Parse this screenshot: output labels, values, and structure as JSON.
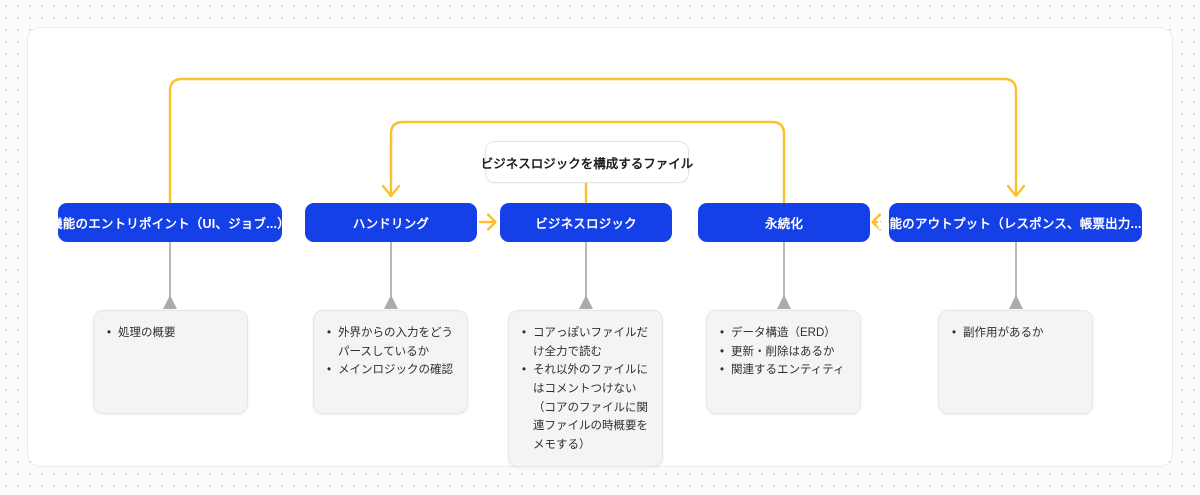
{
  "colors": {
    "node_blue": "#1540e8",
    "node_text": "#ffffff",
    "arrow_yellow": "#fcbf2d",
    "connector_gray": "#b6b6bb",
    "note_background": "#f4f4f5",
    "canvas_background": "#ffffff",
    "page_background": "#fbfbfc"
  },
  "nodes": [
    {
      "id": "entry",
      "label": "機能のエントリポイント（UI、ジョブ...）"
    },
    {
      "id": "handling",
      "label": "ハンドリング"
    },
    {
      "id": "business",
      "label": "ビジネスロジック"
    },
    {
      "id": "persistence",
      "label": "永続化"
    },
    {
      "id": "output",
      "label": "機能のアウトプット（レスポンス、帳票出力...）"
    }
  ],
  "annotation": {
    "label": "ビジネスロジックを構成するファイル"
  },
  "edges": [
    {
      "from": "entry",
      "to": "output",
      "color": "#fcbf2d",
      "style": "orthogonal-over-top"
    },
    {
      "from": "persistence",
      "to": "handling",
      "color": "#fcbf2d",
      "style": "orthogonal-over-top"
    },
    {
      "from": "handling",
      "to": "business",
      "color": "#fcbf2d",
      "style": "straight"
    },
    {
      "from": "output",
      "to": "persistence",
      "color": "#fcbf2d",
      "style": "straight"
    },
    {
      "from": "annotation",
      "to": "business",
      "color": "#fcbf2d",
      "style": "straight"
    },
    {
      "from": "entry",
      "to": "note-entry",
      "color": "#b6b6bb",
      "style": "straight"
    },
    {
      "from": "handling",
      "to": "note-handling",
      "color": "#b6b6bb",
      "style": "straight"
    },
    {
      "from": "business",
      "to": "note-business",
      "color": "#b6b6bb",
      "style": "straight"
    },
    {
      "from": "persistence",
      "to": "note-persistence",
      "color": "#b6b6bb",
      "style": "straight"
    },
    {
      "from": "output",
      "to": "note-output",
      "color": "#b6b6bb",
      "style": "straight"
    }
  ],
  "notes": [
    {
      "for": "entry",
      "items": [
        "処理の概要"
      ]
    },
    {
      "for": "handling",
      "items": [
        "外界からの入力をどうパースしているか",
        "メインロジックの確認"
      ]
    },
    {
      "for": "business",
      "items": [
        "コアっぽいファイルだけ全力で読む",
        "それ以外のファイルにはコメントつけない（コアのファイルに関連ファイルの時概要をメモする）"
      ]
    },
    {
      "for": "persistence",
      "items": [
        "データ構造（ERD）",
        "更新・削除はあるか",
        "関連するエンティティ"
      ]
    },
    {
      "for": "output",
      "items": [
        "副作用があるか"
      ]
    }
  ]
}
